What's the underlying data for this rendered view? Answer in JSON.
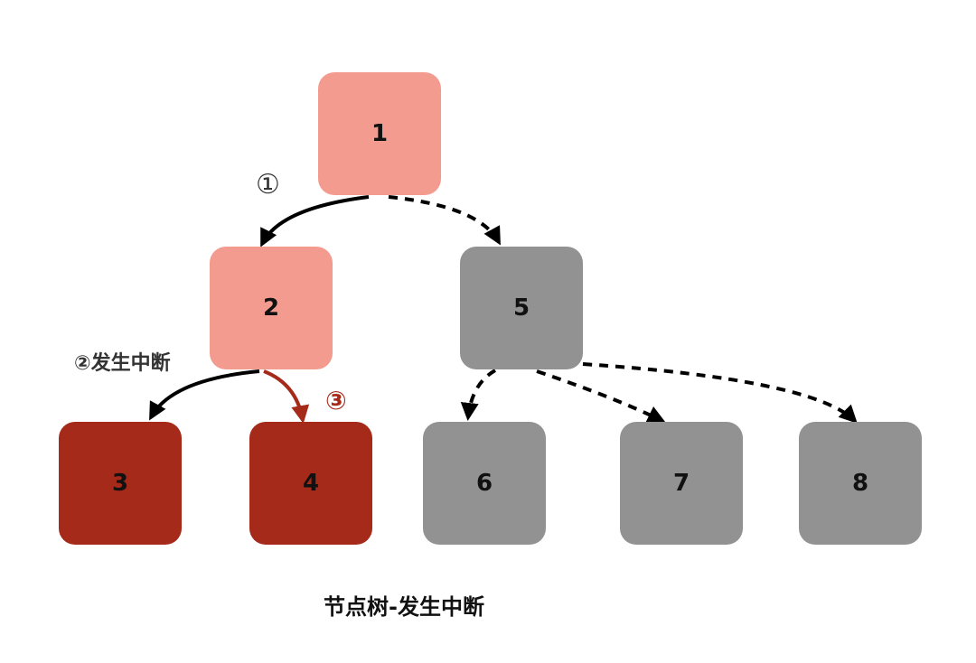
{
  "nodes": [
    {
      "id": "1",
      "label": "1",
      "color": "#f49b90"
    },
    {
      "id": "2",
      "label": "2",
      "color": "#f49b90"
    },
    {
      "id": "5",
      "label": "5",
      "color": "#929292"
    },
    {
      "id": "3",
      "label": "3",
      "color": "#a52a1a"
    },
    {
      "id": "4",
      "label": "4",
      "color": "#a52a1a"
    },
    {
      "id": "6",
      "label": "6",
      "color": "#929292"
    },
    {
      "id": "7",
      "label": "7",
      "color": "#929292"
    },
    {
      "id": "8",
      "label": "8",
      "color": "#929292"
    }
  ],
  "edges": [
    {
      "from": "1",
      "to": "2",
      "style": "solid",
      "color": "#000000"
    },
    {
      "from": "1",
      "to": "5",
      "style": "dashed",
      "color": "#000000"
    },
    {
      "from": "2",
      "to": "3",
      "style": "solid",
      "color": "#000000"
    },
    {
      "from": "2",
      "to": "4",
      "style": "solid",
      "color": "#a52a1a"
    },
    {
      "from": "5",
      "to": "6",
      "style": "dashed",
      "color": "#000000"
    },
    {
      "from": "5",
      "to": "7",
      "style": "dashed",
      "color": "#000000"
    },
    {
      "from": "5",
      "to": "8",
      "style": "dashed",
      "color": "#000000"
    }
  ],
  "annotations": {
    "step1": "①",
    "step2": "②发生中断",
    "step3": "③"
  },
  "caption": "节点树-发生中断",
  "colors": {
    "active": "#f49b90",
    "interrupted": "#a52a1a",
    "pending": "#929292",
    "step3_text": "#a52a1a"
  }
}
